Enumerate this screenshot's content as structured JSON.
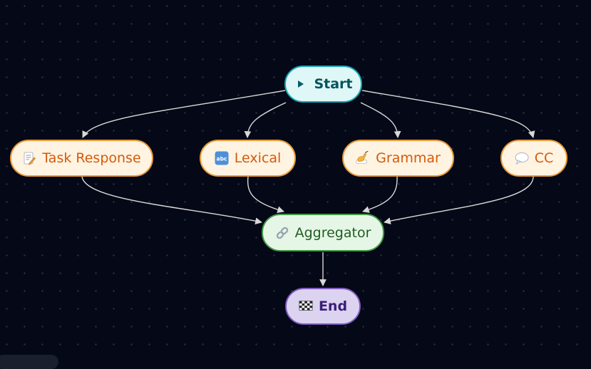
{
  "nodes": {
    "start": {
      "label": "Start",
      "icon": "play-icon"
    },
    "task_response": {
      "label": "Task Response",
      "icon": "memo-icon"
    },
    "lexical": {
      "label": "Lexical",
      "icon": "abc-icon"
    },
    "grammar": {
      "label": "Grammar",
      "icon": "writing-hand-icon"
    },
    "cc": {
      "label": "CC",
      "icon": "speech-bubble-icon"
    },
    "aggregator": {
      "label": "Aggregator",
      "icon": "link-icon"
    },
    "end": {
      "label": "End",
      "icon": "checkered-flag-icon"
    }
  },
  "colors": {
    "background": "#050816",
    "grid_dot": "#252b3d",
    "edge": "#d8d8d8",
    "start_fill": "#dff7f7",
    "start_border": "#1aa6b7",
    "worker_fill": "#fff3e2",
    "worker_border": "#e89a3a",
    "worker_text": "#d45a0a",
    "aggregator_fill": "#e6f6e6",
    "aggregator_border": "#3f9a46",
    "end_fill": "#dcd3f0",
    "end_border": "#7c5bbd"
  },
  "edges": [
    {
      "from": "start",
      "to": "task_response"
    },
    {
      "from": "start",
      "to": "lexical"
    },
    {
      "from": "start",
      "to": "grammar"
    },
    {
      "from": "start",
      "to": "cc"
    },
    {
      "from": "task_response",
      "to": "aggregator"
    },
    {
      "from": "lexical",
      "to": "aggregator"
    },
    {
      "from": "grammar",
      "to": "aggregator"
    },
    {
      "from": "cc",
      "to": "aggregator"
    },
    {
      "from": "aggregator",
      "to": "end"
    }
  ]
}
